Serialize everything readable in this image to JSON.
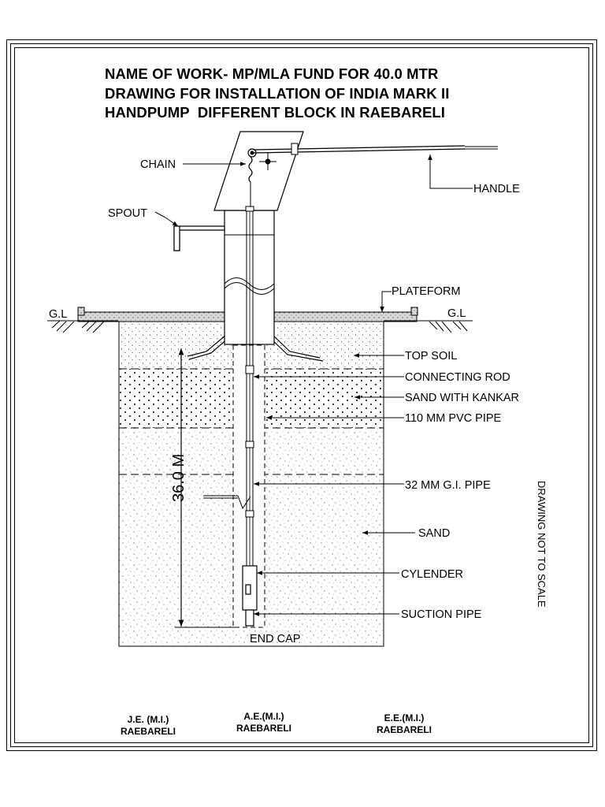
{
  "title": {
    "line1": "NAME OF WORK- MP/MLA FUND FOR 40.0 MTR",
    "line2": "DRAWING FOR INSTALLATION OF INDIA MARK II",
    "line3": "HANDPUMP  DIFFERENT BLOCK IN RAEBARELI"
  },
  "labels": {
    "chain": "CHAIN",
    "handle": "HANDLE",
    "spout": "SPOUT",
    "plateform": "PLATEFORM",
    "gl_left": "G.L",
    "gl_right": "G.L",
    "top_soil": "TOP SOIL",
    "connecting_rod": "CONNECTING ROD",
    "sand_kankar": "SAND WITH KANKAR",
    "pvc_pipe": "110 MM PVC PIPE",
    "gi_pipe": "32 MM G.I. PIPE",
    "sand": "SAND",
    "cylender": "CYLENDER",
    "suction_pipe": "SUCTION PIPE",
    "end_cap": "END CAP",
    "depth": "36.0 M",
    "not_to_scale": "DRAWING NOT TO SCALE"
  },
  "signatures": [
    {
      "role": "J.E. (M.I.)",
      "place": "RAEBARELI"
    },
    {
      "role": "A.E.(M.I.)",
      "place": "RAEBARELI"
    },
    {
      "role": "E.E.(M.I.)",
      "place": "RAEBARELI"
    }
  ]
}
